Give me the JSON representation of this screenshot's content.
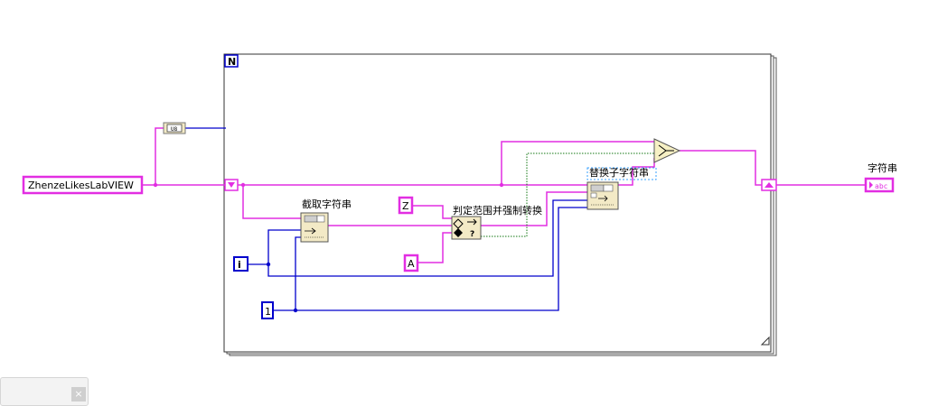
{
  "diagram": {
    "for_loop": {
      "count_label": "N",
      "index_label": "i"
    },
    "input_string": "ZhenzeLikesLabVIEW",
    "subvis": {
      "substring": "截取字符串",
      "range_coerce": "判定范围并强制转换",
      "replace_substring": "替换子字符串"
    },
    "constants": {
      "upper": "Z",
      "lower": "A",
      "length": "1"
    },
    "type_indicators": {
      "u8": "U8",
      "string_type": "abc"
    },
    "output": {
      "label": "字符串"
    }
  },
  "colors": {
    "string_wire": "#e22ee2",
    "numeric_wire": "#0000cc",
    "boolean_wire": "#117711",
    "loop_border": "#8a8a8a"
  },
  "icons": [
    "shift-register-left-icon",
    "shift-register-right-icon",
    "select-icon",
    "subvi-icon",
    "close-icon"
  ]
}
